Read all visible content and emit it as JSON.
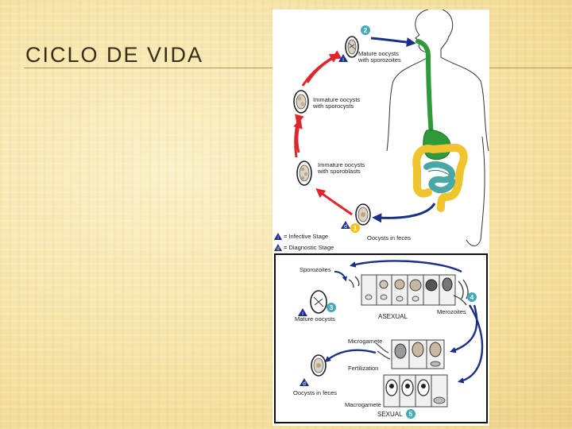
{
  "slide": {
    "title": "CICLO DE VIDA"
  },
  "diagram": {
    "steps": {
      "s1": "1",
      "s2": "2",
      "s3": "3",
      "s4": "4",
      "s5": "5"
    },
    "top": {
      "mature_oocysts_l1": "Mature oocysts",
      "mature_oocysts_l2": "with sporozoites",
      "immature_sporocysts_l1": "Immature oocysts",
      "immature_sporocysts_l2": "with sporocysts",
      "immature_sporoblasts_l1": "Immature oocysts",
      "immature_sporoblasts_l2": "with sporoblasts",
      "oocysts_in_feces": "Oocysts in feces"
    },
    "legend": {
      "infective_mark": "i",
      "infective_label": "= Infective Stage",
      "diagnostic_mark": "d",
      "diagnostic_label": "= Diagnostic Stage"
    },
    "bottom": {
      "sporozoites": "Sporozoites",
      "mature_oocysts": "Mature oocysts",
      "asexual": "ASEXUAL",
      "merozoites": "Merozoites",
      "microgamete": "Microgamete",
      "fertilization": "Fertilization",
      "oocysts_in_feces": "Oocysts in feces",
      "macrogamete": "Macrogamete",
      "sexual": "SEXUAL"
    },
    "colors": {
      "red_arrow": "#e0262b",
      "blue_arrow": "#1c2f86",
      "esophagus": "#2f9a3a",
      "colon": "#f0c42c",
      "small_intestine": "#4aa7a6",
      "step_badge": "#45aab9",
      "step_badge_feces": "#f0c32d"
    }
  }
}
